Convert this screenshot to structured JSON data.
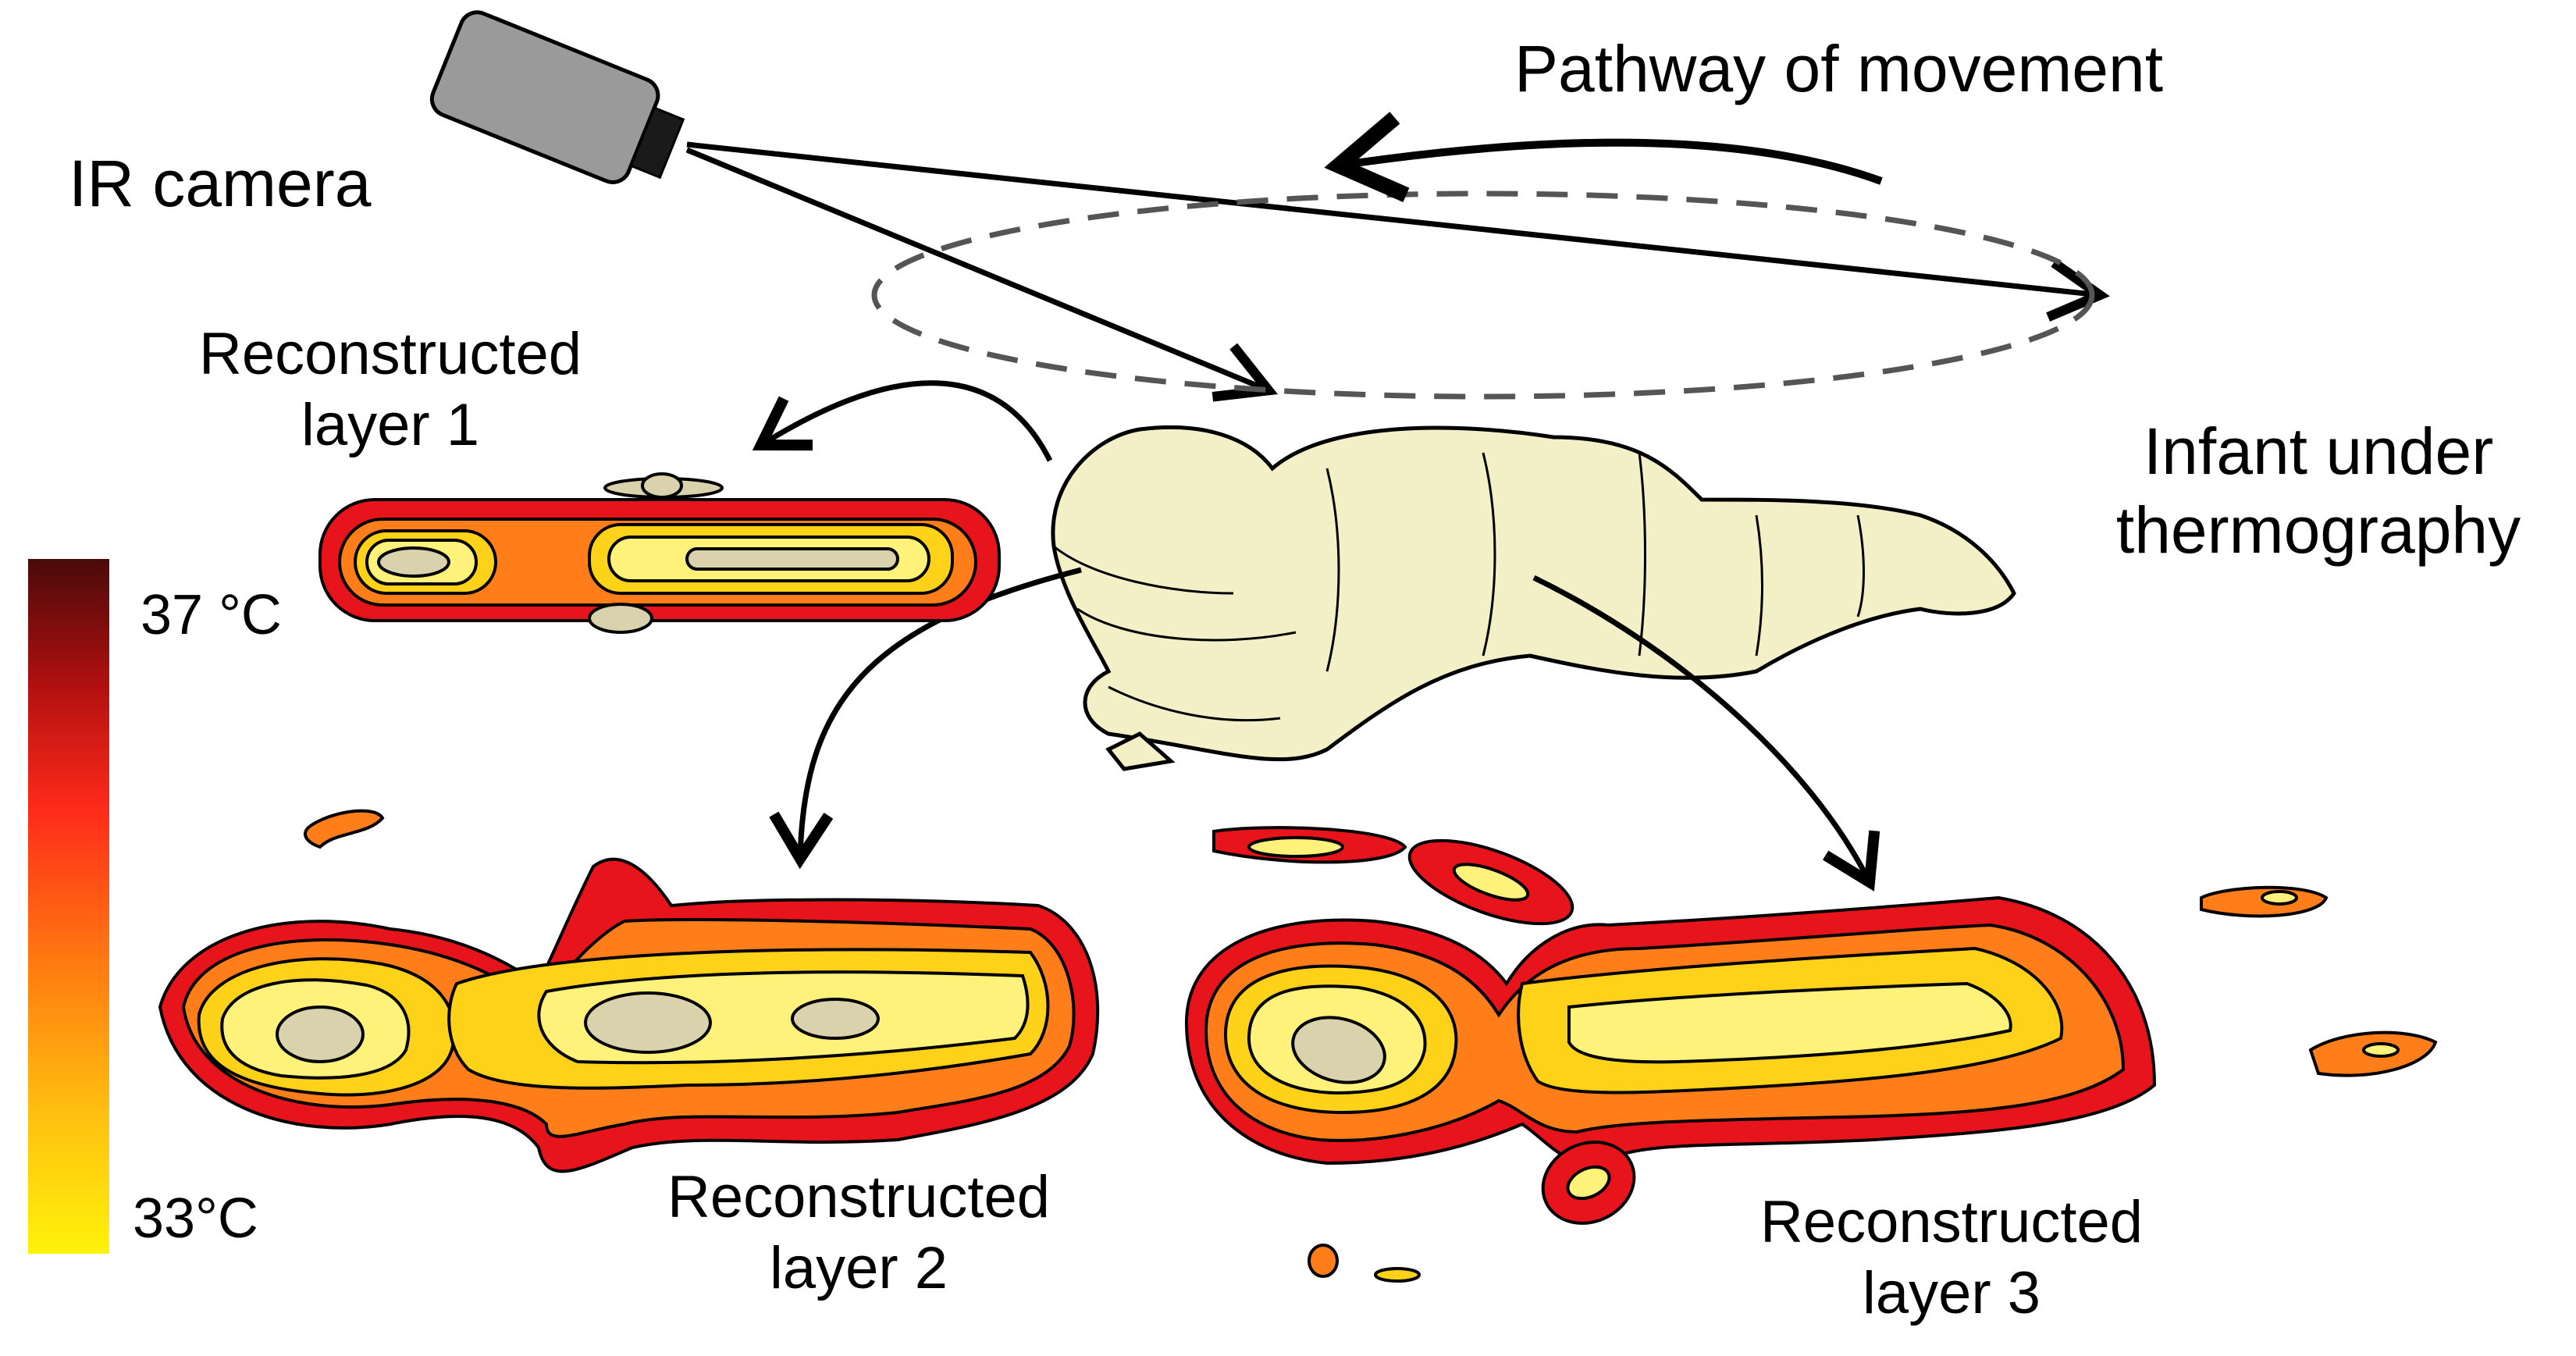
{
  "labels": {
    "ir_camera": "IR camera",
    "pathway": "Pathway of movement",
    "infant_line1": "Infant under",
    "infant_line2": "thermography",
    "layer1_line1": "Reconstructed",
    "layer1_line2": "layer 1",
    "layer2_line1": "Reconstructed",
    "layer2_line2": "layer 2",
    "layer3_line1": "Reconstructed",
    "layer3_line2": "layer 3"
  },
  "colorbar": {
    "max_label": "37 °C",
    "min_label": "33°C",
    "colors_top_to_bottom": [
      "#4a0a0a",
      "#b01010",
      "#ff2a1a",
      "#ff7a10",
      "#ffc010",
      "#fff20a"
    ]
  },
  "palette": {
    "band_outer": "#e8141c",
    "band_2": "#ff7e1a",
    "band_3": "#ffd21a",
    "band_4": "#fff27a",
    "band_core": "#d9d2ad",
    "infant_fill": "#f3f0c8",
    "camera_body": "#9a9a9a"
  }
}
